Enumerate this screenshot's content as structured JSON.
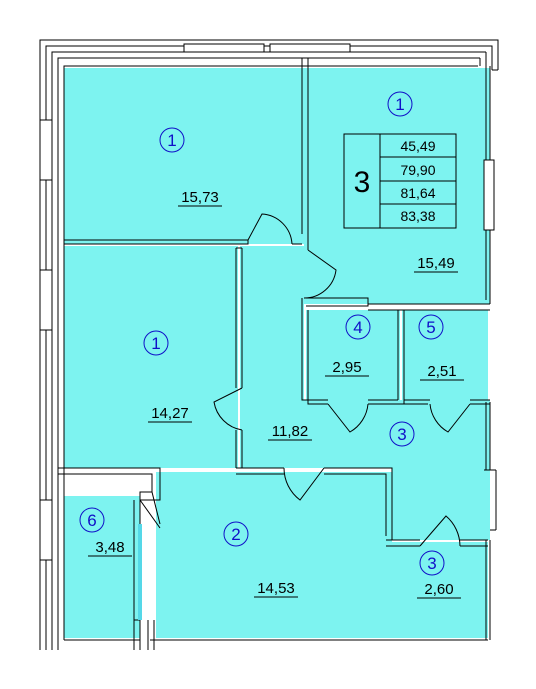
{
  "colors": {
    "room_fill": "#7df3f0",
    "wall": "#000000",
    "badge": "#1010c8"
  },
  "summary": {
    "rooms_count": "3",
    "areas": [
      "45,49",
      "79,90",
      "81,64",
      "83,38"
    ]
  },
  "rooms": [
    {
      "id": "room-bedroom-top-left",
      "badge": "1",
      "area": "15,73"
    },
    {
      "id": "room-bedroom-top-right",
      "badge": "1",
      "area": "15,49"
    },
    {
      "id": "room-bedroom-middle-left",
      "badge": "1",
      "area": "14,27"
    },
    {
      "id": "room-hallway",
      "badge": "3",
      "area": "11,82"
    },
    {
      "id": "room-closet-4",
      "badge": "4",
      "area": "2,95"
    },
    {
      "id": "room-closet-5",
      "badge": "5",
      "area": "2,51"
    },
    {
      "id": "room-kitchen",
      "badge": "2",
      "area": "14,53"
    },
    {
      "id": "room-loggia",
      "badge": "6",
      "area": "3,48"
    },
    {
      "id": "room-entry",
      "badge": "3",
      "area": "2,60"
    }
  ]
}
